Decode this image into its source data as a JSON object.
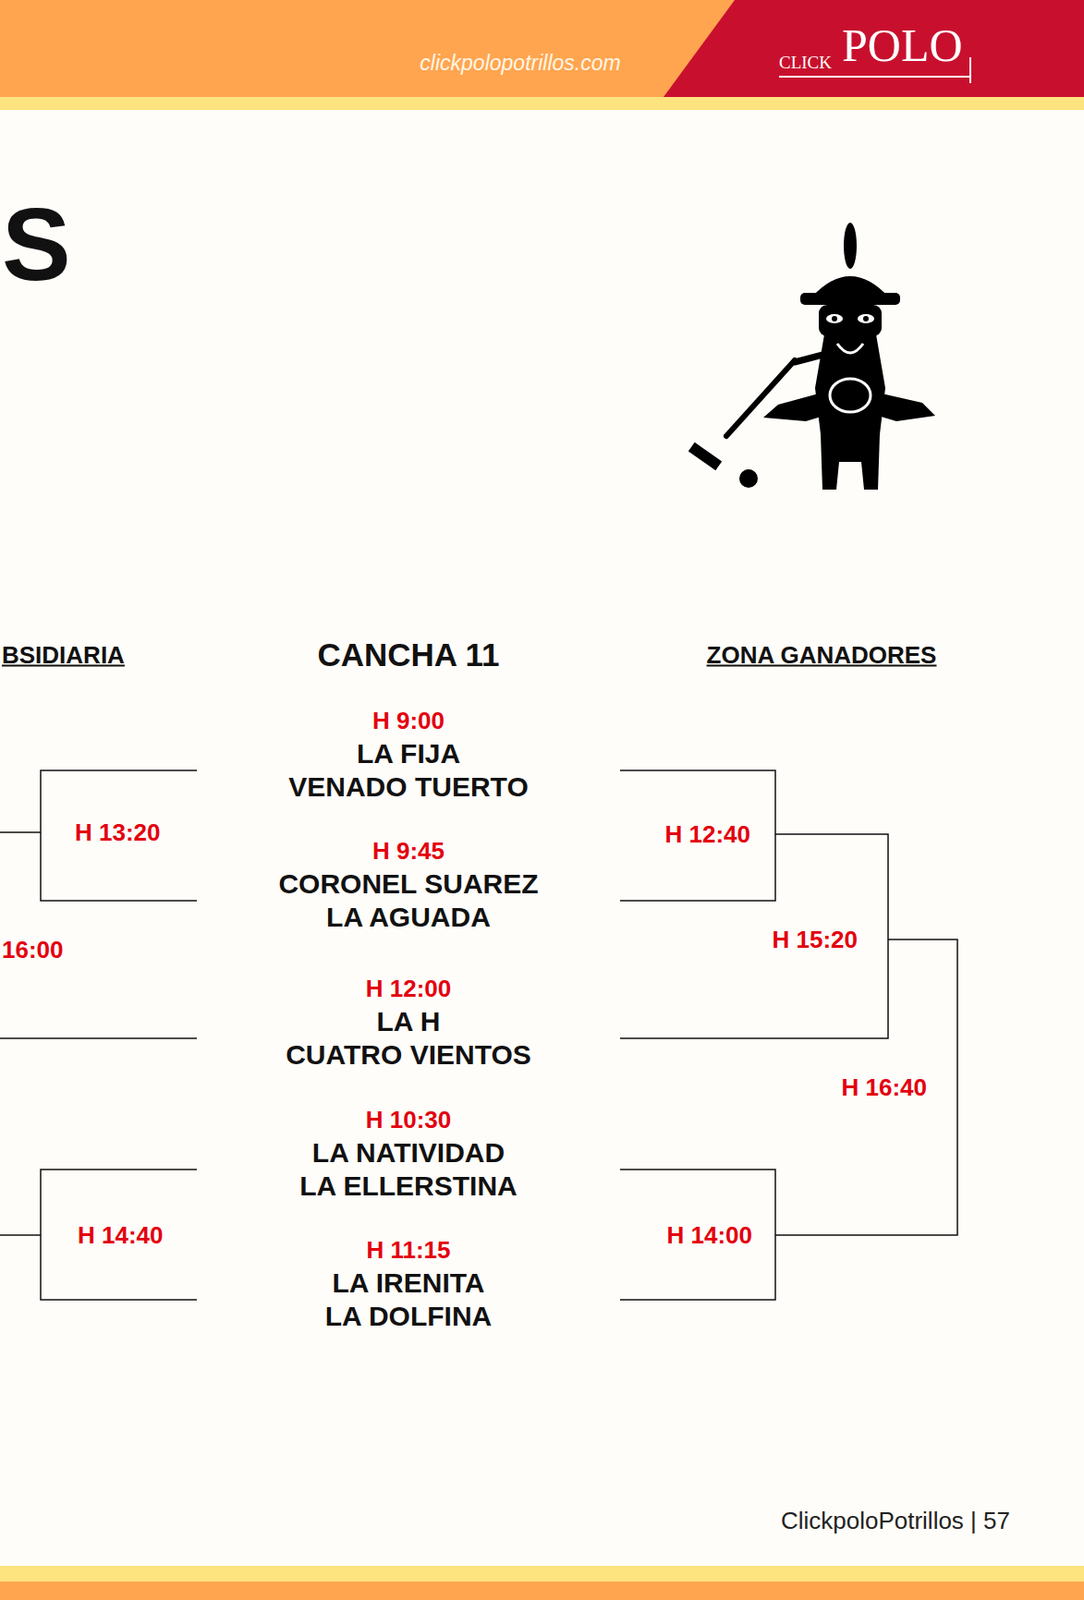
{
  "diagram": {
    "title": "CANCHA 11",
    "nodes": [
      {
        "text": [
          "H 9:00",
          "LA FIJA",
          "VENADO TUERTO"
        ]
      },
      {
        "text": [
          "H 13:20"
        ]
      },
      {
        "text": [
          "H 12:40"
        ]
      },
      {
        "text": [
          "H 9:45",
          "CORONEL SUAREZ",
          "LA AGUADA"
        ]
      },
      {
        "text": [
          "H 15:20"
        ]
      },
      {
        "text": [
          "H 12:00",
          "LA H",
          "CUATRO VIENTOS"
        ]
      },
      {
        "text": [
          "H 16:40"
        ]
      },
      {
        "text": [
          "H 10:30",
          "LA NATIVIDAD",
          "LA ELLERSTINA"
        ]
      },
      {
        "text": [
          "H 14:40"
        ]
      },
      {
        "text": [
          "H 14:00"
        ]
      },
      {
        "text": [
          "H 11:15",
          "LA IRENITA",
          "LA DOLFINA"
        ]
      }
    ],
    "edges": [
      {
        "from": 0,
        "to": 1,
        "arrow": "none"
      },
      {
        "from": 0,
        "to": 2,
        "arrow": "none"
      },
      {
        "from": 3,
        "to": 1,
        "arrow": "none"
      },
      {
        "from": 3,
        "to": 2,
        "arrow": "none"
      },
      {
        "from": 2,
        "to": 4,
        "arrow": "none"
      },
      {
        "from": 5,
        "to": 4,
        "arrow": "none"
      },
      {
        "from": 4,
        "to": 6,
        "arrow": "none"
      },
      {
        "from": 7,
        "to": 8,
        "arrow": "none"
      },
      {
        "from": 7,
        "to": 9,
        "arrow": "none"
      },
      {
        "from": 10,
        "to": 8,
        "arrow": "none"
      },
      {
        "from": 10,
        "to": 9,
        "arrow": "none"
      },
      {
        "from": 9,
        "to": 6,
        "arrow": "none"
      }
    ],
    "labels": [
      "clickpolopotrillos.com",
      "CLICK",
      "POLO",
      "S",
      "BSIDIARIA",
      "ZONA GANADORES",
      "16:00",
      "ClickpoloPotrillos | 57"
    ]
  }
}
